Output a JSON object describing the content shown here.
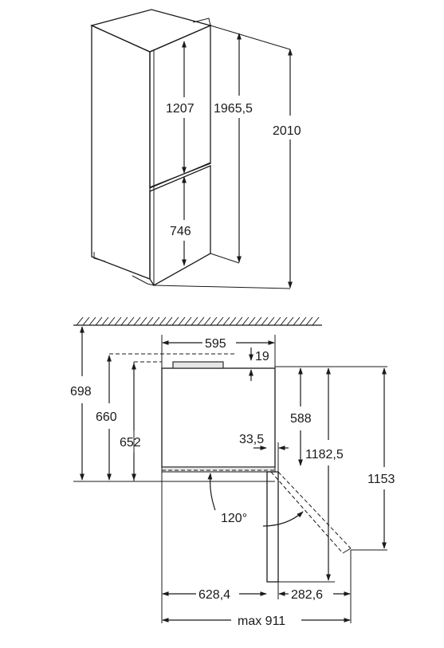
{
  "fridge_view": {
    "freezer_door_height": "1207",
    "fridge_door_height": "746",
    "body_height": "1965,5",
    "total_height": "2010"
  },
  "plan_view": {
    "width": "595",
    "recess": "19",
    "wall_to_door_front": "698",
    "wall_to_body_front": "660",
    "body_depth": "652",
    "door_thickness_offset": "33,5",
    "depth_588": "588",
    "depth_with_open_door": "1182,5",
    "depth_1153": "1153",
    "opening_angle": "120°",
    "width_628": "628,4",
    "width_282": "282,6",
    "max_width": "max 911"
  }
}
